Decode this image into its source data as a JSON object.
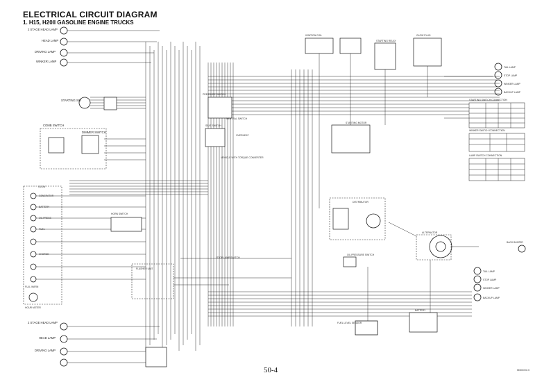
{
  "title": "ELECTRICAL CIRCUIT DIAGRAM",
  "subtitle": "1.   H15, H20II GASOLINE ENGINE TRUCKS",
  "page_number": "50-4",
  "reference_code": "MB000CX",
  "components_left": [
    "2 STAGE HEAD LAMP",
    "HEAD LAMP",
    "DRIVING LAMP",
    "WINKER LAMP",
    "STARTING SW",
    "COMB SWITCH",
    "DIMMER SWITCH",
    "GLOW",
    "GENERATOR",
    "BATTERY",
    "OIL PRESS",
    "FUEL",
    "CHARGE",
    "FULL WARN",
    "HOUR METER",
    "2 STAGE HEAD LAMP",
    "HEAD LAMP",
    "DRIVING LAMP"
  ],
  "components_center": [
    "PRESSURE SWITCH",
    "NEUTRAL SWITCH",
    "SEAT SWITCH",
    "OVERHEAT",
    "VEHICLE WITH TORQUE CONVERTER",
    "STOP LAMP SWITCH",
    "FLASHER UNIT",
    "HORN SWITCH",
    "FUEL LEVEL SENSOR",
    "OIL PRESSURE SWITCH",
    "DISTRIBUTOR",
    "STARTING MOTOR",
    "STARTING RELAY",
    "ALTERNATOR",
    "BATTERY",
    "IGNITION COIL",
    "GLOW PLUG",
    "BACK BUZZER"
  ],
  "components_right": [
    "TAIL LAMP",
    "STOP LAMP",
    "WINKER LAMP",
    "BACKUP LAMP",
    "TAIL LAMP",
    "STOP LAMP",
    "WINKER LAMP",
    "BACKUP LAMP",
    "BACK BUZZER"
  ],
  "tables": [
    {
      "title": "STARTING SWITCH CONNECTION"
    },
    {
      "title": "WINKER SWITCH CONNECTION"
    },
    {
      "title": "LAMP SWITCH CONNECTION"
    }
  ]
}
